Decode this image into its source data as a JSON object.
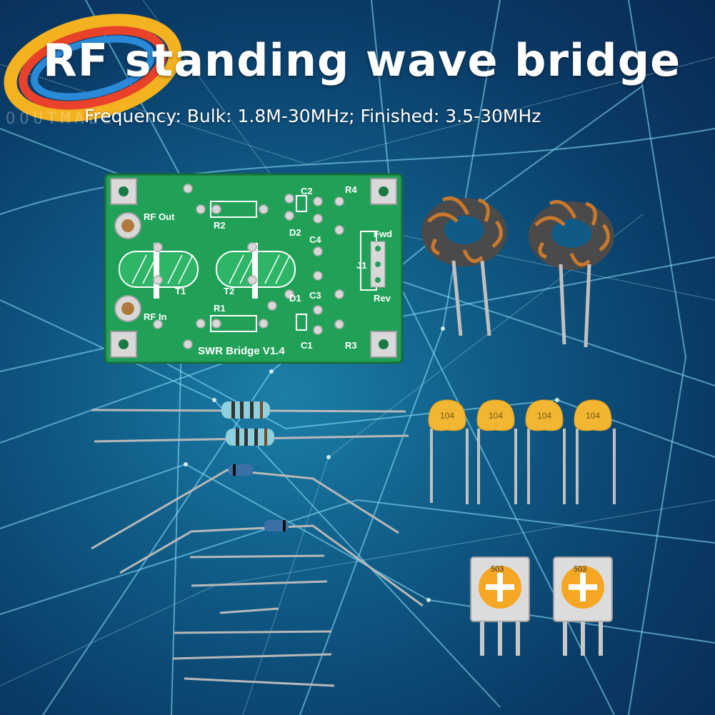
{
  "header": {
    "title": "RF standing wave bridge",
    "subtitle": "Frequency: Bulk: 1.8M-30MHz; Finished: 3.5-30MHz",
    "watermark": "OOUTMALL"
  },
  "pcb": {
    "labels": {
      "rf_out": "RF Out",
      "rf_in": "RF In",
      "r1": "R1",
      "r2": "R2",
      "r3": "R3",
      "r4": "R4",
      "c1": "C1",
      "c2": "C2",
      "c3": "C3",
      "c4": "C4",
      "d1": "D1",
      "d2": "D2",
      "t1": "T1",
      "t2": "T2",
      "j1": "J1",
      "fwd": "Fwd",
      "rev": "Rev",
      "board_name": "SWR Bridge V1.4"
    }
  },
  "components": {
    "capacitor_marking": "104",
    "potentiometer_marking": "503"
  },
  "colors": {
    "pcb_green": "#1f9a52",
    "capacitor_yellow": "#f2b632",
    "toroid_core": "#4a4a4a",
    "copper_wire": "#c9792e",
    "pot_orange": "#f5a623"
  }
}
